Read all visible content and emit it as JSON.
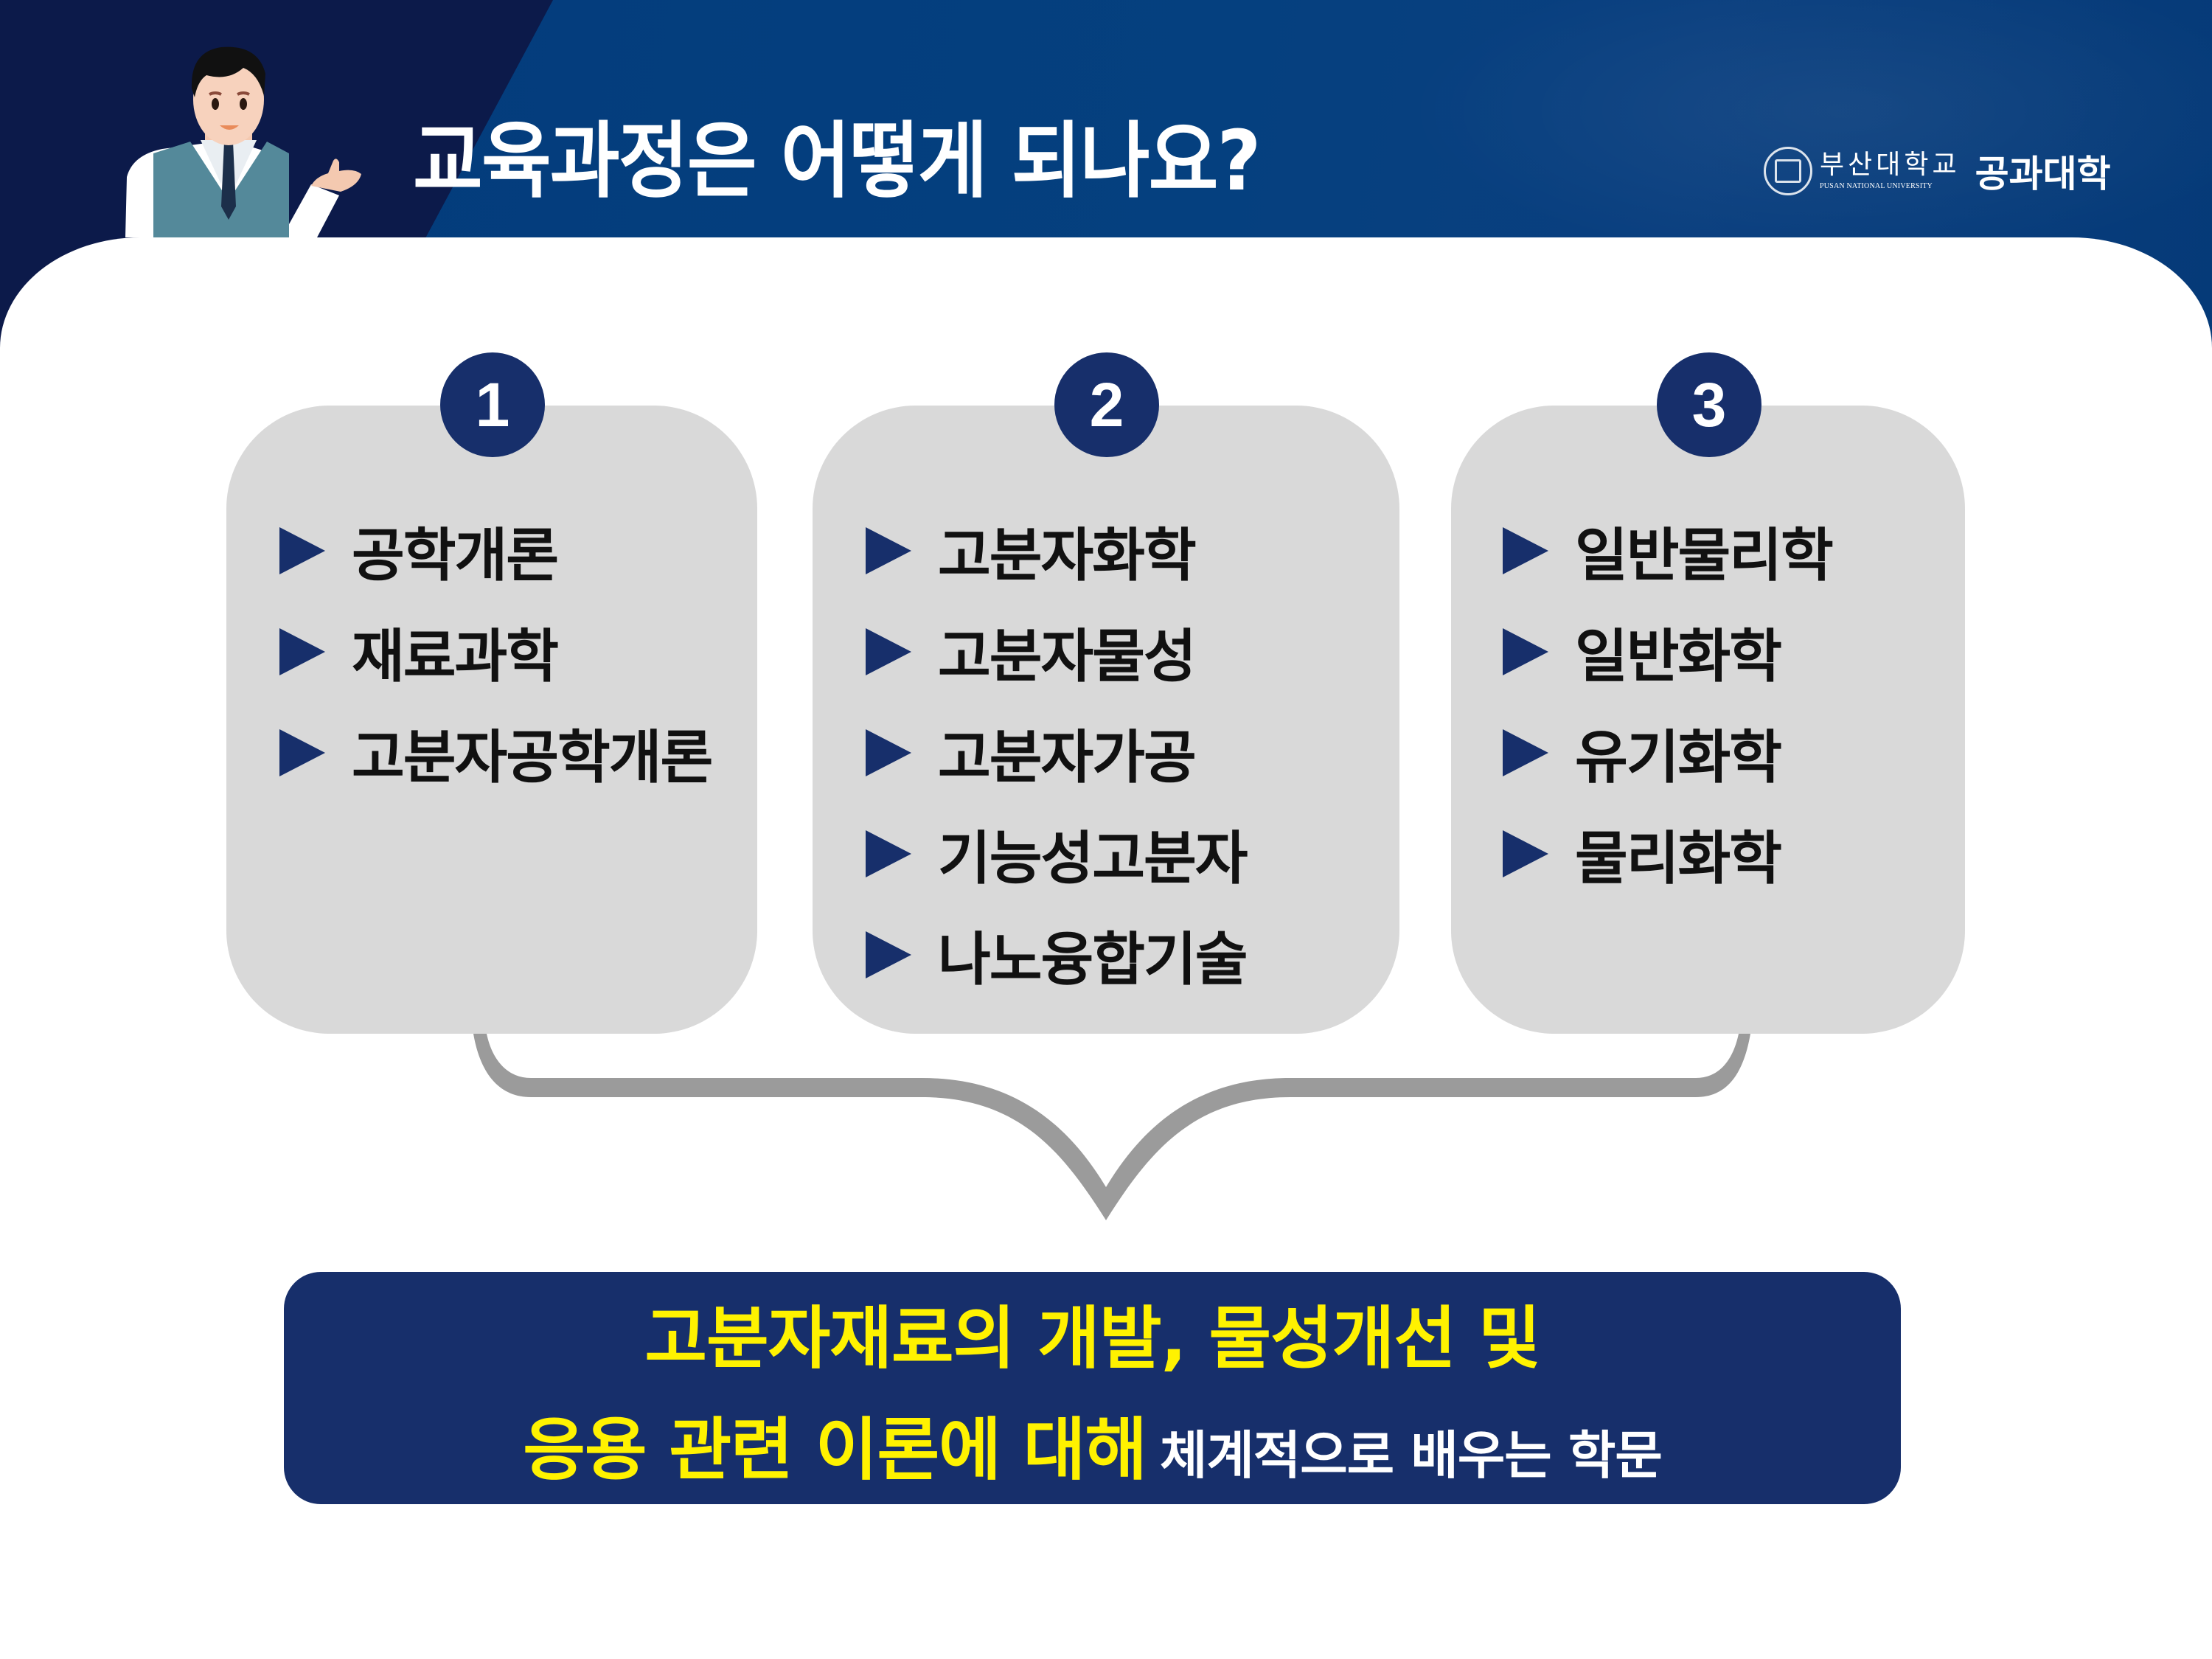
{
  "header": {
    "title": "교육과정은 어떻게 되나요?",
    "logo": {
      "university_ko": "부산대학교",
      "university_en": "PUSAN NATIONAL UNIVERSITY",
      "college": "공과대학"
    }
  },
  "columns": [
    {
      "number": "1",
      "items": [
        "공학개론",
        "재료과학",
        "고분자공학개론"
      ]
    },
    {
      "number": "2",
      "items": [
        "고분자화학",
        "고분자물성",
        "고분자가공",
        "기능성고분자",
        "나노융합기술"
      ]
    },
    {
      "number": "3",
      "items": [
        "일반물리학",
        "일반화학",
        "유기화학",
        "물리화학"
      ]
    }
  ],
  "summary": {
    "line1": "고분자재료의 개발, 물성개선 및",
    "line2_highlight": "응용 관련 이론에 대해",
    "line2_rest": "체계적으로 배우는 학문"
  },
  "colors": {
    "navy": "#172f6b",
    "header_blue": "#05407f",
    "header_dark": "#0c1a4a",
    "box_gray": "#d9d9d9",
    "bracket_gray": "#9b9b9b",
    "highlight_yellow": "#fff200"
  }
}
